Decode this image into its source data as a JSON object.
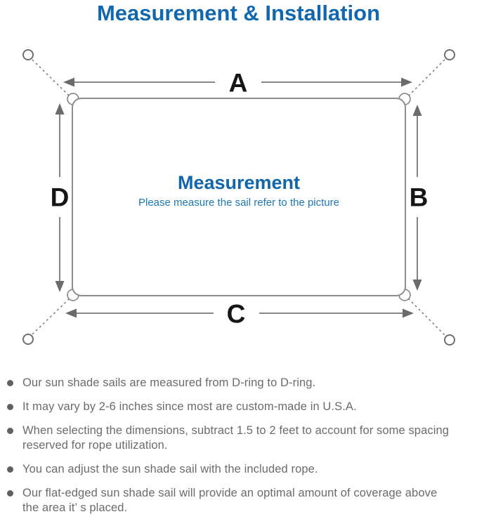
{
  "title": "Measurement & Installation",
  "diagram": {
    "dimension_labels": {
      "top": "A",
      "right": "B",
      "bottom": "C",
      "left": "D"
    },
    "center": {
      "title": "Measurement",
      "subtitle": "Please measure the sail refer to the picture"
    }
  },
  "colors": {
    "title_blue": "#1268ae",
    "caption_blue": "#1166ab",
    "subtitle_blue": "#1c77b6",
    "line_gray": "#767676",
    "text_gray": "#6b6b6b"
  },
  "notes": [
    "Our sun shade sails are measured from D-ring to D-ring.",
    "It may vary by 2-6 inches since most are custom-made in U.S.A.",
    "When selecting the dimensions, subtract 1.5 to 2 feet to account for some spacing\nreserved for rope utilization.",
    "You can adjust the sun shade sail with the included rope.",
    "Our flat-edged sun shade sail will provide an optimal amount of coverage above\nthe area it’ s placed."
  ]
}
